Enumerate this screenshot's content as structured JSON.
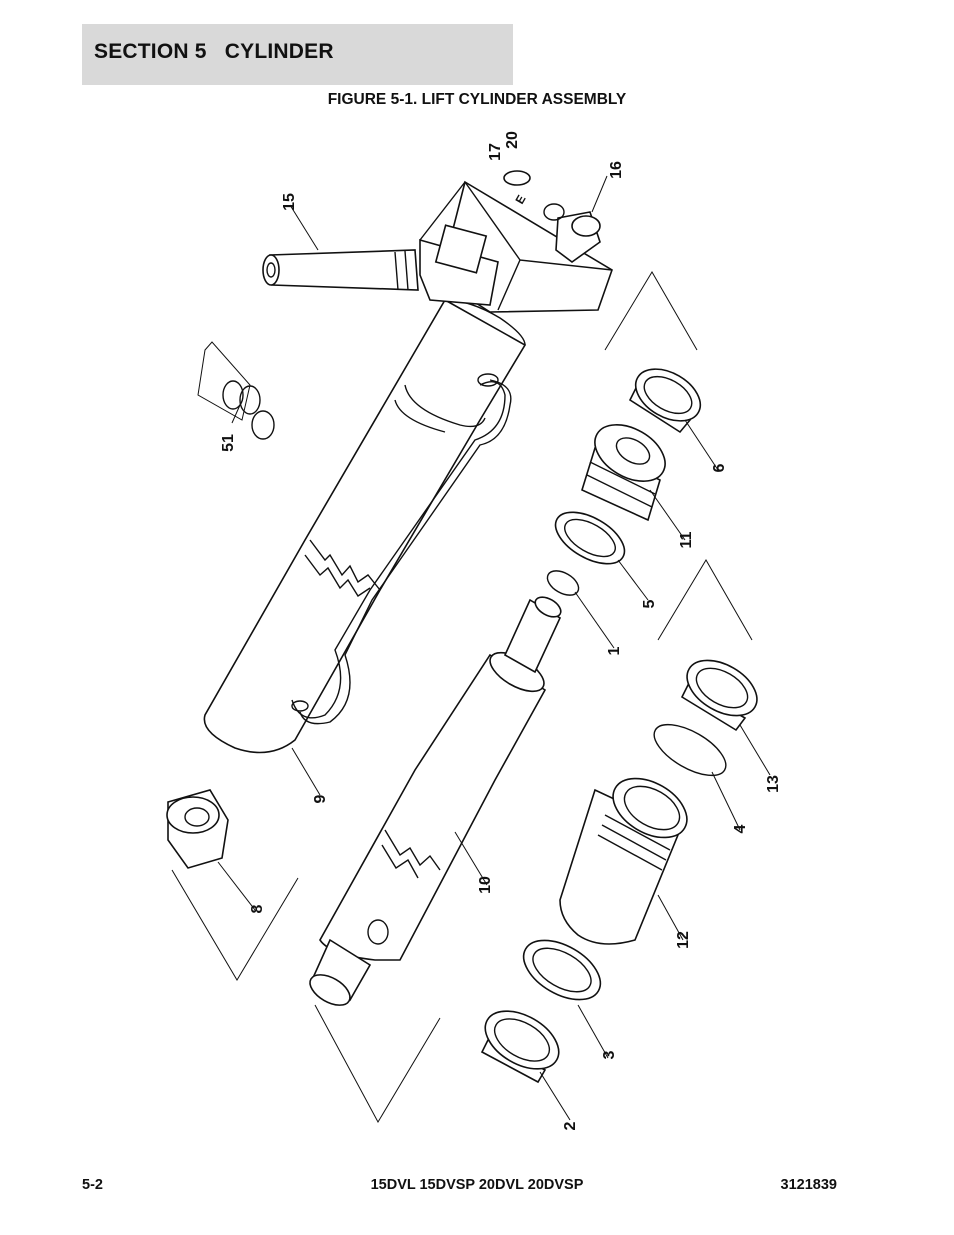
{
  "header": {
    "section_title": "SECTION 5   CYLINDER",
    "figure_title": "FIGURE 5-1. LIFT CYLINDER ASSEMBLY"
  },
  "callouts": [
    "17",
    "20",
    "16",
    "15",
    "51",
    "6",
    "11",
    "5",
    "1",
    "9",
    "13",
    "4",
    "8",
    "10",
    "12",
    "3",
    "2"
  ],
  "footer": {
    "page_number": "5-2",
    "models": "15DVL 15DVSP 20DVL 20DVSP",
    "doc_number": "3121839"
  }
}
